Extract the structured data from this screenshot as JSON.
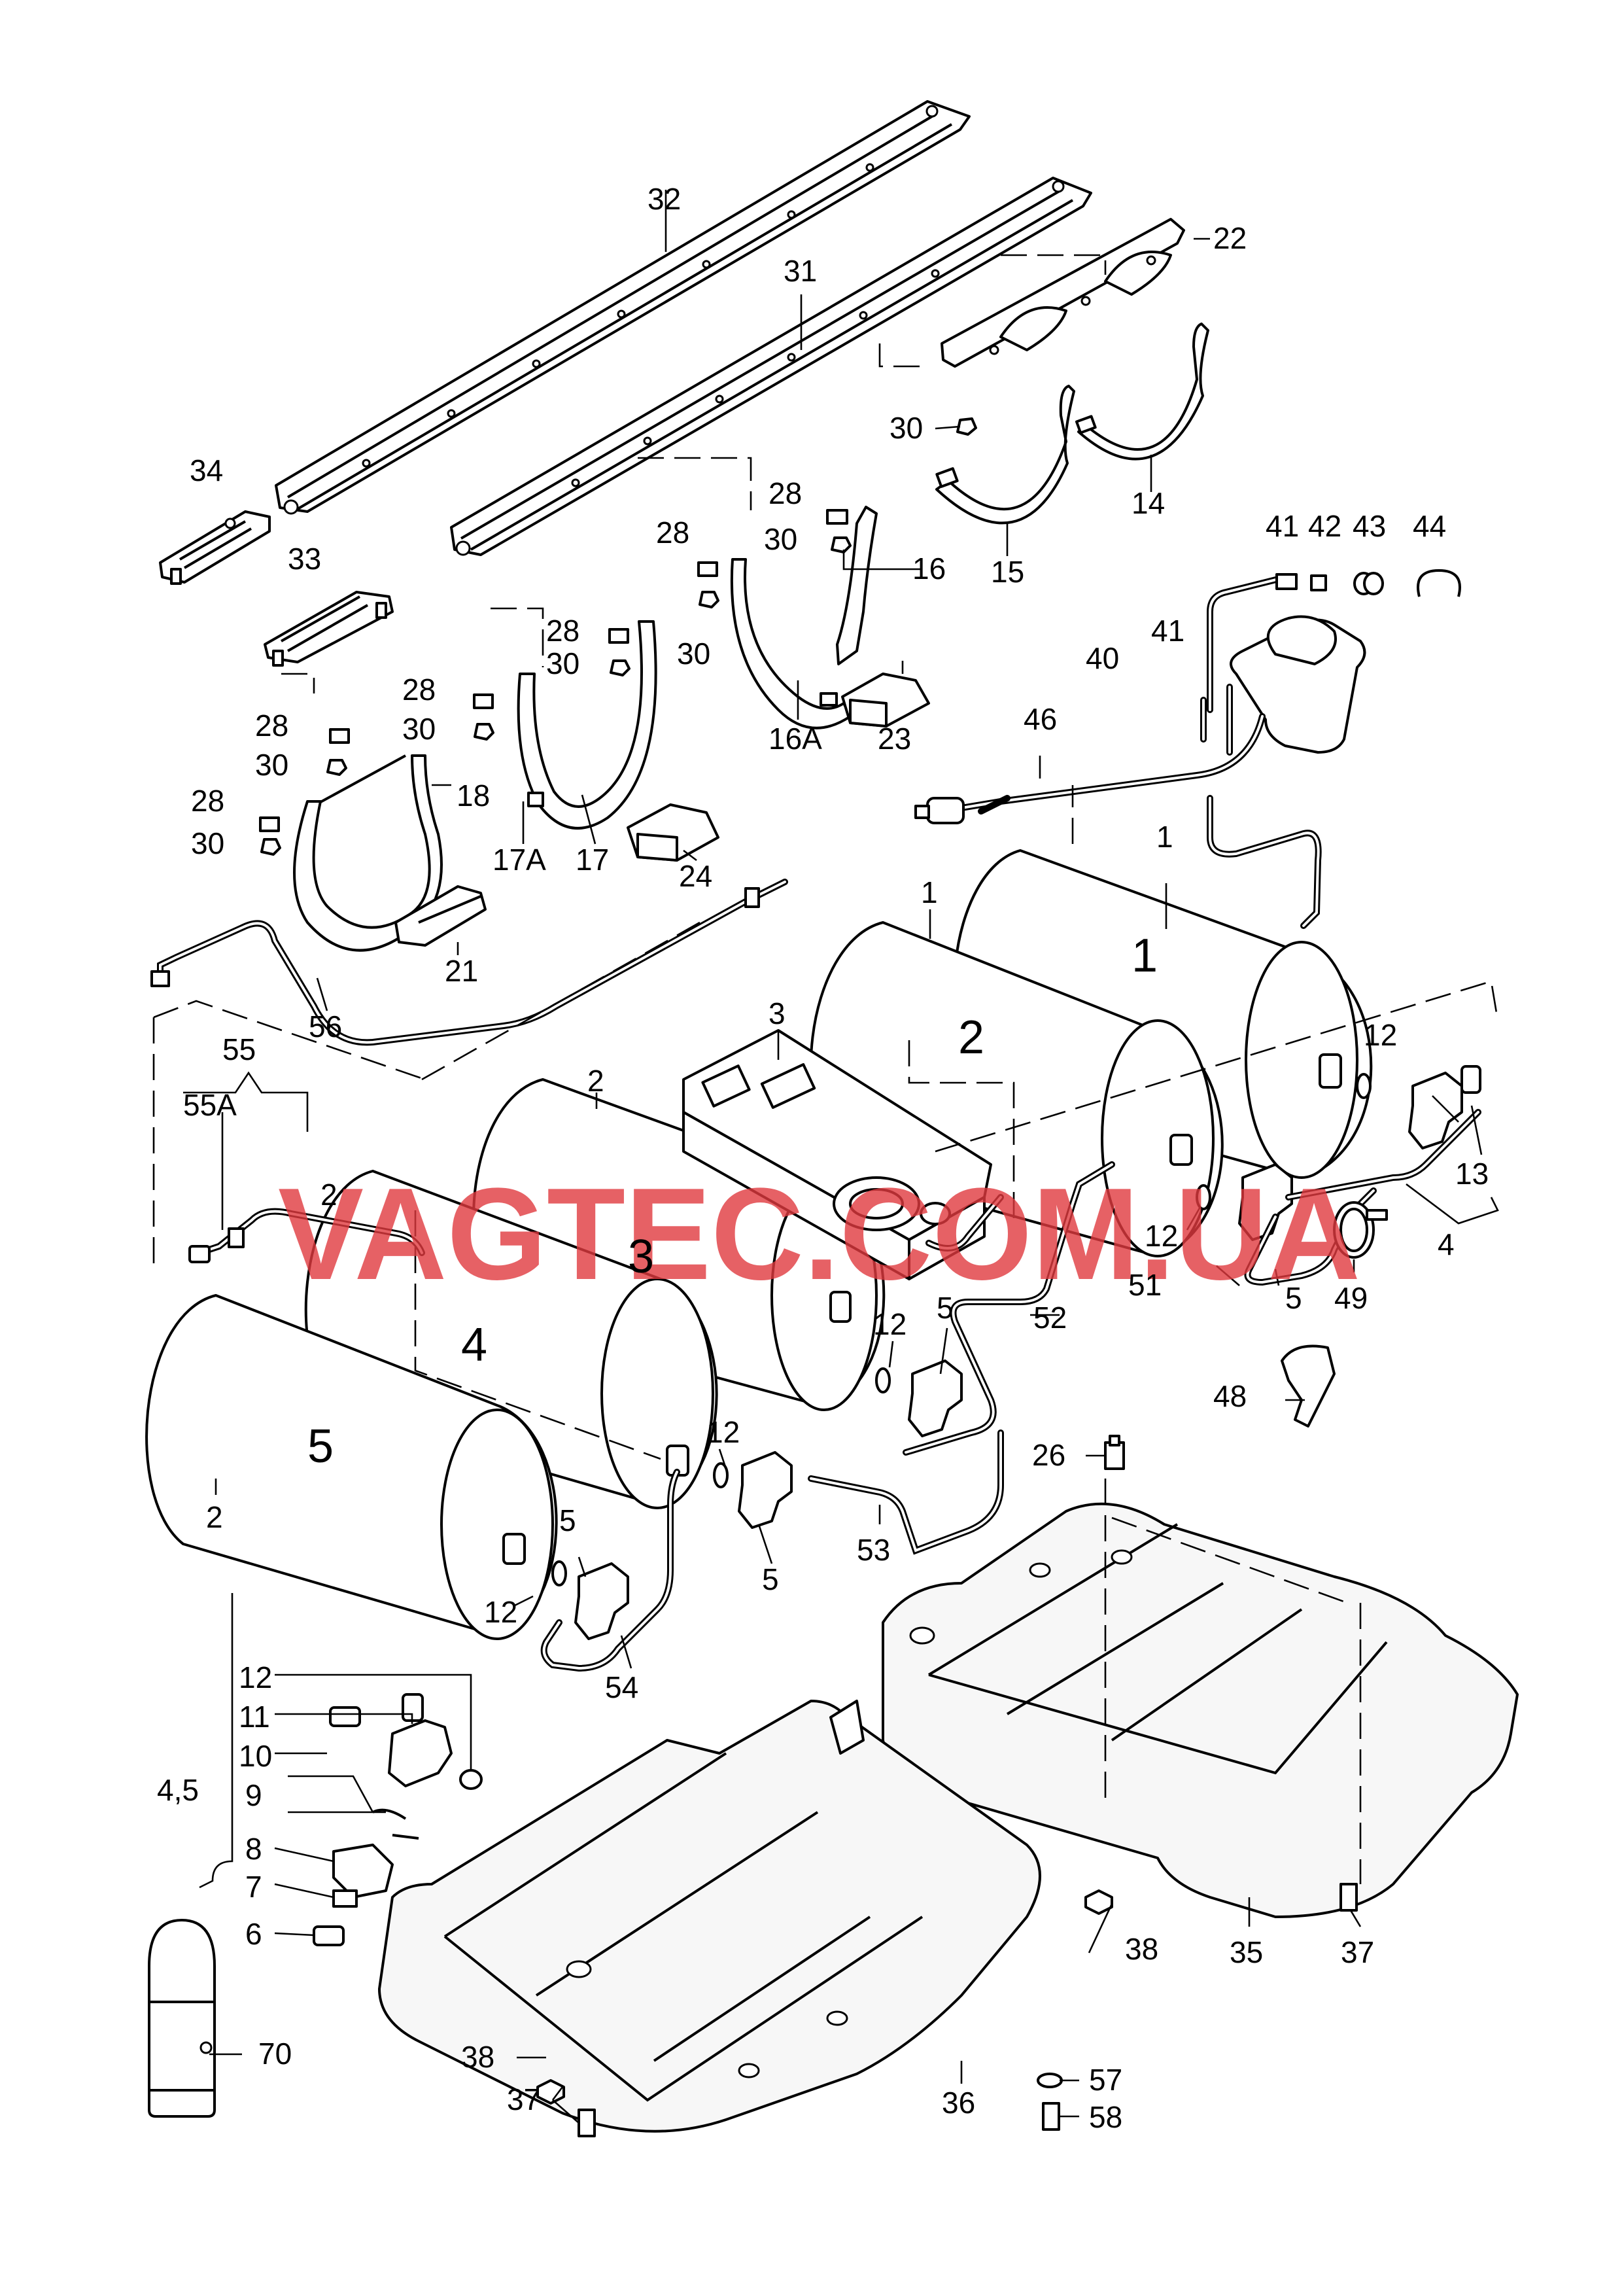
{
  "watermark": "VAGTEC.COM.UA",
  "tank_numbers": [
    "1",
    "2",
    "3",
    "4",
    "5"
  ],
  "callouts": {
    "c32": "32",
    "c31": "31",
    "c22": "22",
    "c30a": "30",
    "c14": "14",
    "c15": "15",
    "c34": "34",
    "c33": "33",
    "c28a": "28",
    "c30b": "30",
    "c16": "16",
    "c28b": "28",
    "c30c": "30",
    "c16a": "16A",
    "c23": "23",
    "c28c": "28",
    "c30d": "30",
    "c28d": "28",
    "c30e": "30",
    "c28e": "28",
    "c30f": "30",
    "c28f": "28",
    "c30g": "30",
    "c18": "18",
    "c17a": "17A",
    "c17": "17",
    "c24": "24",
    "c21": "21",
    "c56": "56",
    "c41a": "41",
    "c42": "42",
    "c43": "43",
    "c44": "44",
    "c41b": "41",
    "c40": "40",
    "c46": "46",
    "c1a": "1",
    "c1b": "1",
    "c2a": "2",
    "c3a": "3",
    "c55": "55",
    "c55a": "55A",
    "c12a": "12",
    "c13": "13",
    "c12b": "12",
    "c4": "4",
    "c51": "51",
    "c5a": "5",
    "c49": "49",
    "c52": "52",
    "c2b": "2",
    "c12c": "12",
    "c5b": "5",
    "c48": "48",
    "c12d": "12",
    "c26": "26",
    "c5c": "5",
    "c12e": "12",
    "c5d": "5",
    "c53": "53",
    "c2c": "2",
    "c54": "54",
    "c12f": "12",
    "c11": "11",
    "c10": "10",
    "c9": "9",
    "c8": "8",
    "c7": "7",
    "c6": "6",
    "c45": "4,5",
    "c70": "70",
    "c38a": "38",
    "c38b": "38",
    "c37a": "37",
    "c36": "36",
    "c57": "57",
    "c58": "58",
    "c35": "35",
    "c37b": "37"
  }
}
